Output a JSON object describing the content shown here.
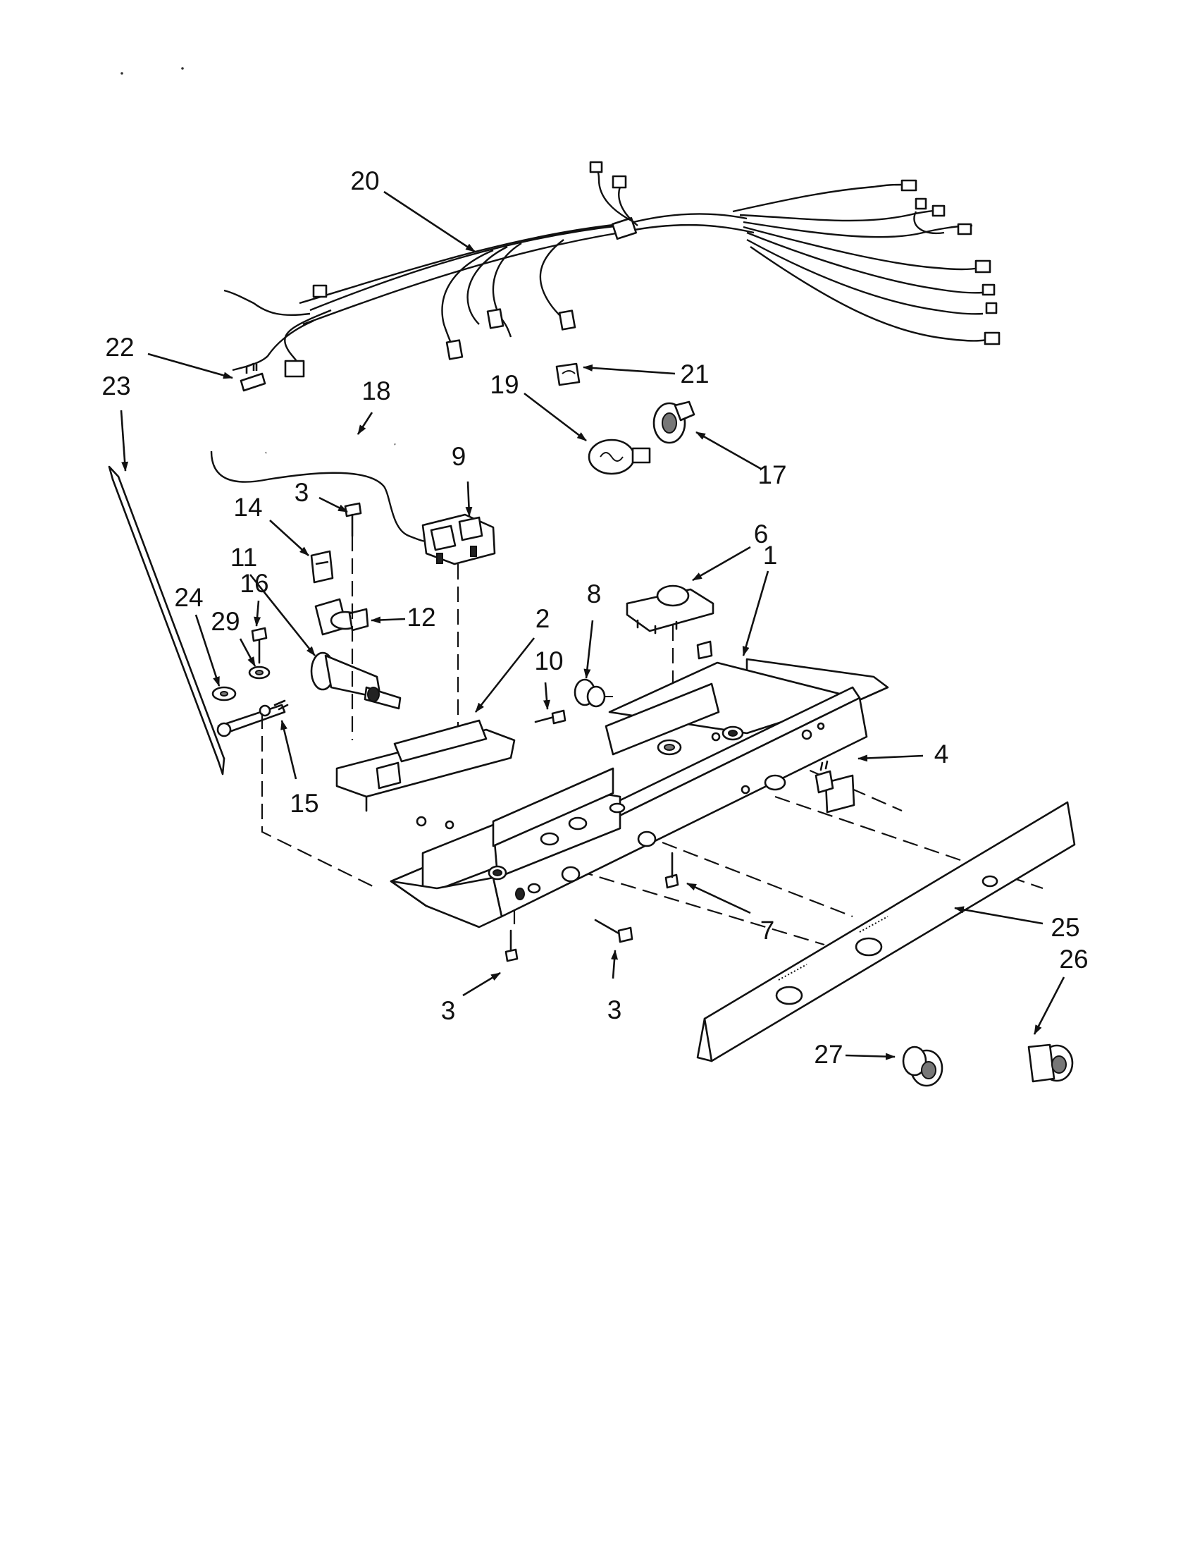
{
  "diagram": {
    "part_labels": [
      {
        "id": "p20",
        "text": "20"
      },
      {
        "id": "p22",
        "text": "22"
      },
      {
        "id": "p23",
        "text": "23"
      },
      {
        "id": "p21",
        "text": "21"
      },
      {
        "id": "p19",
        "text": "19"
      },
      {
        "id": "p18",
        "text": "18"
      },
      {
        "id": "p17",
        "text": "17"
      },
      {
        "id": "p9",
        "text": "9"
      },
      {
        "id": "p3a",
        "text": "3"
      },
      {
        "id": "p14",
        "text": "14"
      },
      {
        "id": "p11",
        "text": "11"
      },
      {
        "id": "p6",
        "text": "6"
      },
      {
        "id": "p1",
        "text": "1"
      },
      {
        "id": "p16",
        "text": "16"
      },
      {
        "id": "p24",
        "text": "24"
      },
      {
        "id": "p29",
        "text": "29"
      },
      {
        "id": "p12",
        "text": "12"
      },
      {
        "id": "p8",
        "text": "8"
      },
      {
        "id": "p2",
        "text": "2"
      },
      {
        "id": "p10",
        "text": "10"
      },
      {
        "id": "p4",
        "text": "4"
      },
      {
        "id": "p15",
        "text": "15"
      },
      {
        "id": "p7",
        "text": "7"
      },
      {
        "id": "p25",
        "text": "25"
      },
      {
        "id": "p26",
        "text": "26"
      },
      {
        "id": "p3b",
        "text": "3"
      },
      {
        "id": "p3c",
        "text": "3"
      },
      {
        "id": "p27",
        "text": "27"
      }
    ]
  }
}
